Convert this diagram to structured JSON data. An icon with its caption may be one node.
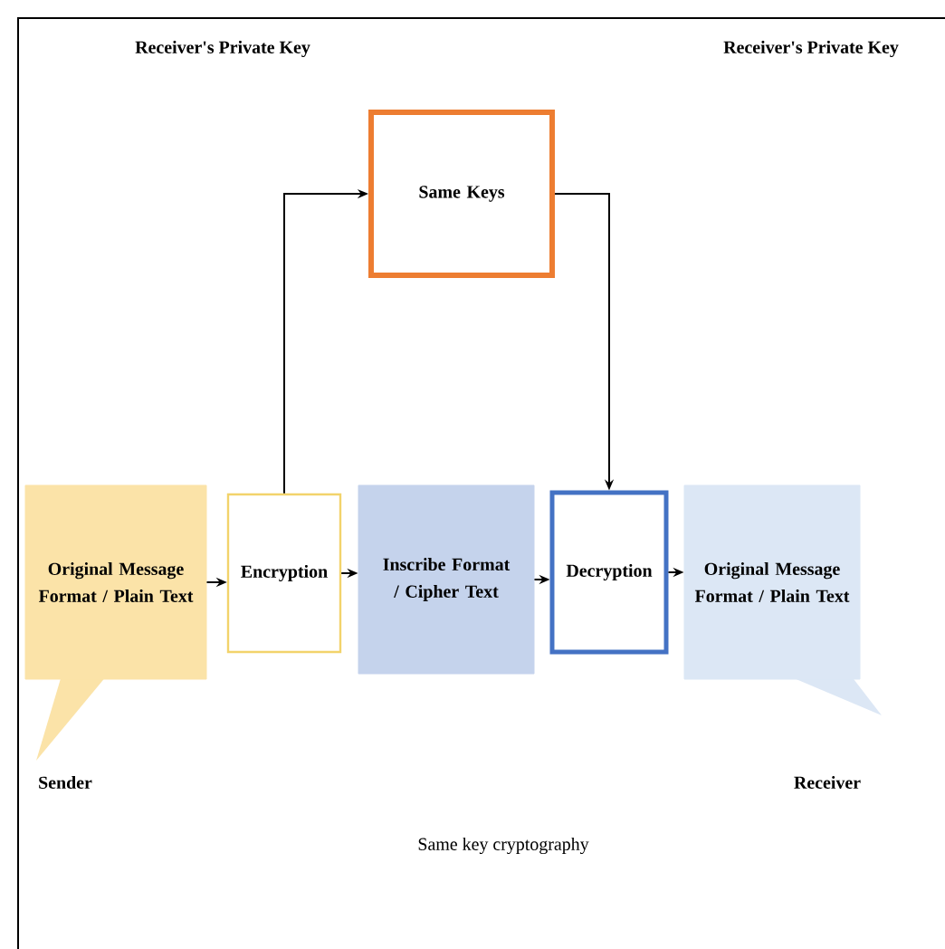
{
  "diagram": {
    "caption": "Same key cryptography",
    "nodes": [
      {
        "text": [
          "Original Message Format / Plain Text"
        ],
        "beside": [
          "Sender"
        ]
      },
      {
        "text": [
          "Encryption"
        ]
      },
      {
        "text": [
          "Inscribe Format / Cipher Text"
        ]
      },
      {
        "text": [
          "Decryption"
        ]
      },
      {
        "text": [
          "Original Message Format / Plain Text"
        ],
        "beside": [
          "Receiver"
        ]
      },
      {
        "text": [
          "Same Keys"
        ]
      }
    ],
    "edges": [
      {
        "from": 0,
        "to": 1,
        "arrow": "to"
      },
      {
        "from": 1,
        "to": 2,
        "arrow": "to"
      },
      {
        "from": 2,
        "to": 3,
        "arrow": "to"
      },
      {
        "from": 3,
        "to": 4,
        "arrow": "to"
      },
      {
        "from": 1,
        "to": 5,
        "arrow": "to"
      },
      {
        "from": 5,
        "to": 3,
        "arrow": "to"
      }
    ],
    "labels": [
      "Receiver's Private Key",
      "Receiver's Private Key"
    ]
  }
}
